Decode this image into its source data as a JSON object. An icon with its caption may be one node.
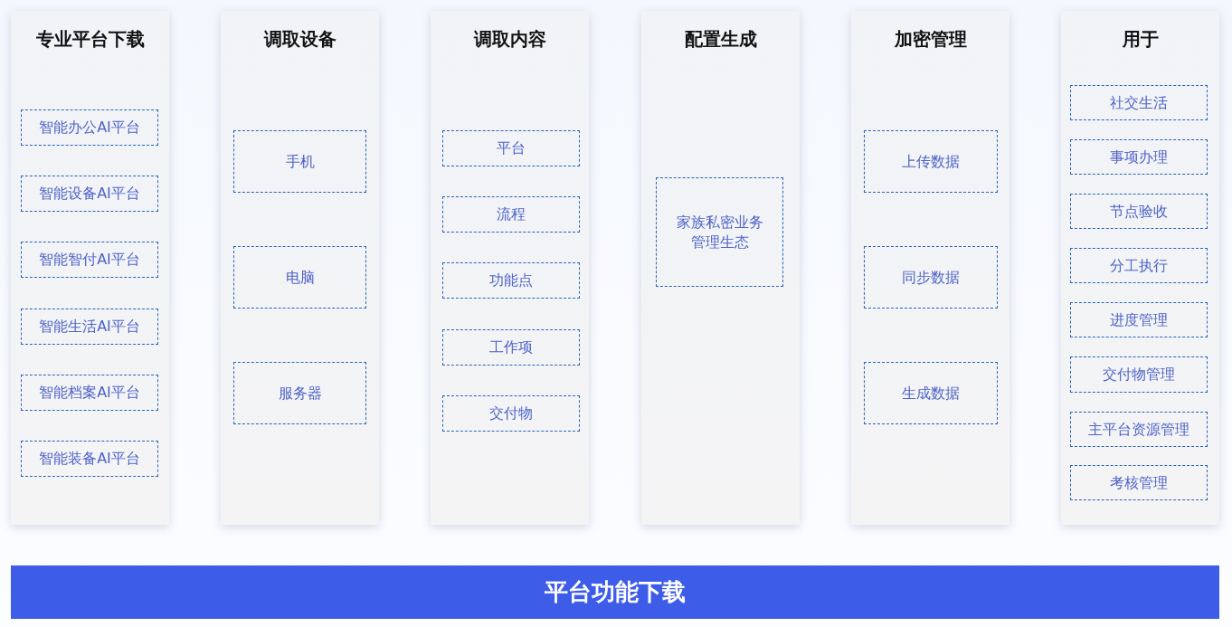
{
  "diagram": {
    "nodes": [
      {
        "text": [
          "专业平台下载"
        ]
      },
      {
        "text": [
          "智能办公AI平台"
        ],
        "in": 0
      },
      {
        "text": [
          "智能设备AI平台"
        ],
        "in": 0
      },
      {
        "text": [
          "智能智付AI平台"
        ],
        "in": 0
      },
      {
        "text": [
          "智能生活AI平台"
        ],
        "in": 0
      },
      {
        "text": [
          "智能档案AI平台"
        ],
        "in": 0
      },
      {
        "text": [
          "智能装备AI平台"
        ],
        "in": 0
      },
      {
        "text": [
          "调取设备"
        ]
      },
      {
        "text": [
          "手机"
        ],
        "in": 7
      },
      {
        "text": [
          "电脑"
        ],
        "in": 7
      },
      {
        "text": [
          "服务器"
        ],
        "in": 7
      },
      {
        "text": [
          "调取内容"
        ]
      },
      {
        "text": [
          "平台"
        ],
        "in": 11
      },
      {
        "text": [
          "流程"
        ],
        "in": 11
      },
      {
        "text": [
          "功能点"
        ],
        "in": 11
      },
      {
        "text": [
          "工作项"
        ],
        "in": 11
      },
      {
        "text": [
          "交付物"
        ],
        "in": 11
      },
      {
        "text": [
          "配置生成"
        ]
      },
      {
        "text": [
          "家族私密业务管理生态"
        ],
        "in": 17
      },
      {
        "text": [
          "加密管理"
        ]
      },
      {
        "text": [
          "上传数据"
        ],
        "in": 19
      },
      {
        "text": [
          "同步数据"
        ],
        "in": 19
      },
      {
        "text": [
          "生成数据"
        ],
        "in": 19
      },
      {
        "text": [
          "用于"
        ]
      },
      {
        "text": [
          "社交生活"
        ],
        "in": 23
      },
      {
        "text": [
          "事项办理"
        ],
        "in": 23
      },
      {
        "text": [
          "节点验收"
        ],
        "in": 23
      },
      {
        "text": [
          "分工执行"
        ],
        "in": 23
      },
      {
        "text": [
          "进度管理"
        ],
        "in": 23
      },
      {
        "text": [
          "交付物管理"
        ],
        "in": 23
      },
      {
        "text": [
          "主平台资源管理"
        ],
        "in": 23
      },
      {
        "text": [
          "考核管理"
        ],
        "in": 23
      },
      {
        "text": [
          "平台功能下载"
        ]
      }
    ],
    "edges": []
  }
}
